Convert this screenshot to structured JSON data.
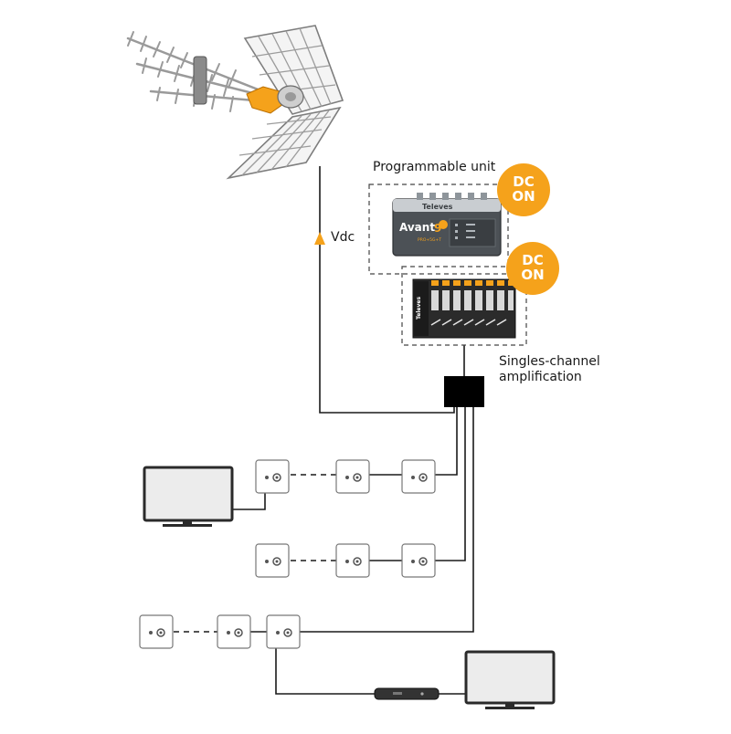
{
  "labels": {
    "programmable_unit": "Programmable unit",
    "vdc": "Vdc",
    "singles_channel_line1": "Singles-channel",
    "singles_channel_line2": "amplification"
  },
  "badges": [
    {
      "line1": "DC",
      "line2": "ON"
    },
    {
      "line1": "DC",
      "line2": "ON"
    }
  ],
  "device_text": {
    "brand": "Televes",
    "model": "Avant",
    "model_number": "9",
    "model_sub": "PRO+5G+T",
    "amp_brand": "Televes"
  },
  "colors": {
    "accent_orange": "#f5a21b",
    "line": "#1a1a1a",
    "antenna_grey": "#b8b8b8"
  },
  "icons": [
    "uhf-antenna-icon",
    "headend-amplifier-icon",
    "channel-amplifier-modules-icon",
    "splitter-icon",
    "tv-icon",
    "wall-outlet-icon",
    "set-top-box-icon",
    "arrow-up-icon"
  ]
}
